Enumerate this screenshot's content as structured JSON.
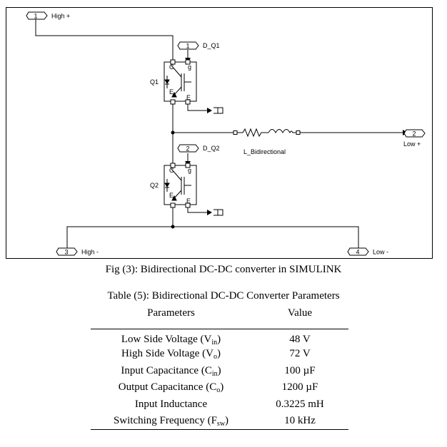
{
  "diagram": {
    "ports": [
      {
        "num": "1",
        "label": "High +"
      },
      {
        "num": "1",
        "label": "D_Q1"
      },
      {
        "num": "2",
        "label": "D_Q2"
      },
      {
        "num": "2",
        "label": "Low +"
      },
      {
        "num": "3",
        "label": "High -"
      },
      {
        "num": "4",
        "label": "Low -"
      }
    ],
    "q1": {
      "name": "Q1",
      "pins": {
        "c": "C",
        "e_left": "E",
        "g": "g",
        "e": "E"
      }
    },
    "q2": {
      "name": "Q2",
      "pins": {
        "c": "C",
        "e_left": "E",
        "g": "g",
        "e": "E"
      }
    },
    "inductor_label": "L_Bidirectional"
  },
  "figure_caption": "Fig (3): Bidirectional DC-DC converter in SIMULINK",
  "table": {
    "title": "Table (5): Bidirectional DC-DC Converter Parameters",
    "headers": [
      "Parameters",
      "Value"
    ],
    "rows": [
      {
        "name": "Low Side Voltage (V",
        "sub": "in",
        "close": ")",
        "value": "48 V"
      },
      {
        "name": "High Side Voltage (V",
        "sub": "o",
        "close": ")",
        "value": "72 V"
      },
      {
        "name": "Input Capacitance (C",
        "sub": "in",
        "close": ")",
        "value": "100 µF"
      },
      {
        "name": "Output Capacitance (C",
        "sub": "o",
        "close": ")",
        "value": "1200 µF"
      },
      {
        "name": "Input Inductance",
        "sub": "",
        "close": "",
        "value": "0.3225 mH"
      },
      {
        "name": "Switching Frequency (F",
        "sub": "sw",
        "close": ")",
        "value": "10 kHz"
      }
    ]
  }
}
